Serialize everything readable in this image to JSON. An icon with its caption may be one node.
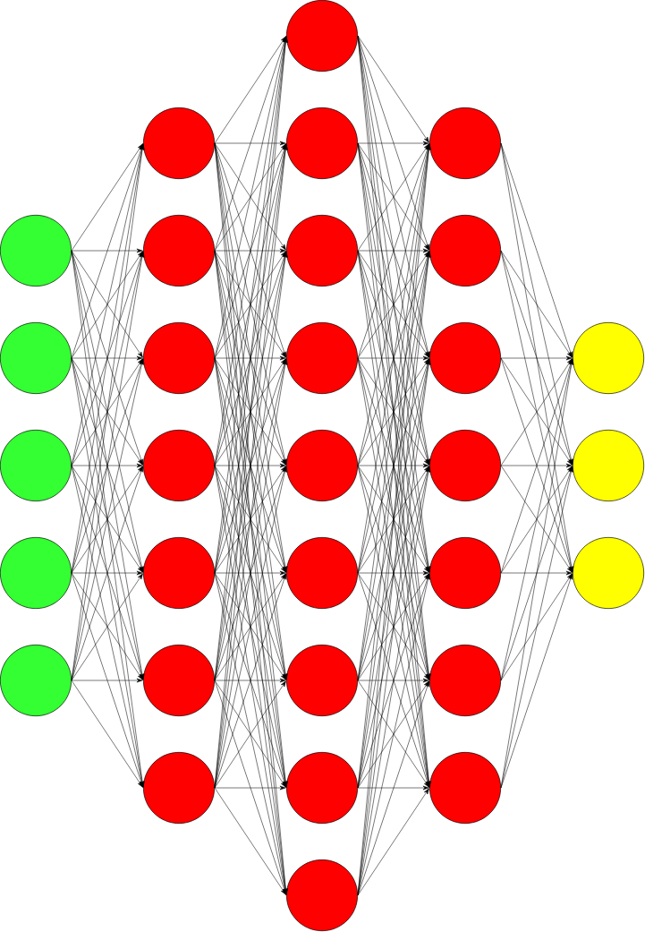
{
  "diagram": {
    "nodes": [
      {
        "text": [],
        "shape": "circle"
      },
      {
        "text": [],
        "shape": "circle"
      },
      {
        "text": [],
        "shape": "circle"
      },
      {
        "text": [],
        "shape": "circle"
      },
      {
        "text": [],
        "shape": "circle"
      },
      {
        "text": [],
        "shape": "circle"
      },
      {
        "text": [],
        "shape": "circle"
      },
      {
        "text": [],
        "shape": "circle"
      },
      {
        "text": [],
        "shape": "circle"
      },
      {
        "text": [],
        "shape": "circle"
      },
      {
        "text": [],
        "shape": "circle"
      },
      {
        "text": [],
        "shape": "circle"
      },
      {
        "text": [],
        "shape": "circle"
      },
      {
        "text": [],
        "shape": "circle"
      },
      {
        "text": [],
        "shape": "circle"
      },
      {
        "text": [],
        "shape": "circle"
      },
      {
        "text": [],
        "shape": "circle"
      },
      {
        "text": [],
        "shape": "circle"
      },
      {
        "text": [],
        "shape": "circle"
      },
      {
        "text": [],
        "shape": "circle"
      },
      {
        "text": [],
        "shape": "circle"
      },
      {
        "text": [],
        "shape": "circle"
      },
      {
        "text": [],
        "shape": "circle"
      },
      {
        "text": [],
        "shape": "circle"
      },
      {
        "text": [],
        "shape": "circle"
      },
      {
        "text": [],
        "shape": "circle"
      },
      {
        "text": [],
        "shape": "circle"
      },
      {
        "text": [],
        "shape": "circle"
      },
      {
        "text": [],
        "shape": "circle"
      },
      {
        "text": [],
        "shape": "circle"
      },
      {
        "text": [],
        "shape": "circle"
      }
    ],
    "edges": [
      {
        "from": 0,
        "to": 5,
        "arrow": "to"
      },
      {
        "from": 0,
        "to": 6,
        "arrow": "to"
      },
      {
        "from": 0,
        "to": 7,
        "arrow": "to"
      },
      {
        "from": 0,
        "to": 8,
        "arrow": "to"
      },
      {
        "from": 0,
        "to": 9,
        "arrow": "to"
      },
      {
        "from": 0,
        "to": 10,
        "arrow": "to"
      },
      {
        "from": 0,
        "to": 11,
        "arrow": "to"
      },
      {
        "from": 1,
        "to": 5,
        "arrow": "to"
      },
      {
        "from": 1,
        "to": 6,
        "arrow": "to"
      },
      {
        "from": 1,
        "to": 7,
        "arrow": "to"
      },
      {
        "from": 1,
        "to": 8,
        "arrow": "to"
      },
      {
        "from": 1,
        "to": 9,
        "arrow": "to"
      },
      {
        "from": 1,
        "to": 10,
        "arrow": "to"
      },
      {
        "from": 1,
        "to": 11,
        "arrow": "to"
      },
      {
        "from": 2,
        "to": 5,
        "arrow": "to"
      },
      {
        "from": 2,
        "to": 6,
        "arrow": "to"
      },
      {
        "from": 2,
        "to": 7,
        "arrow": "to"
      },
      {
        "from": 2,
        "to": 8,
        "arrow": "to"
      },
      {
        "from": 2,
        "to": 9,
        "arrow": "to"
      },
      {
        "from": 2,
        "to": 10,
        "arrow": "to"
      },
      {
        "from": 2,
        "to": 11,
        "arrow": "to"
      },
      {
        "from": 3,
        "to": 5,
        "arrow": "to"
      },
      {
        "from": 3,
        "to": 6,
        "arrow": "to"
      },
      {
        "from": 3,
        "to": 7,
        "arrow": "to"
      },
      {
        "from": 3,
        "to": 8,
        "arrow": "to"
      },
      {
        "from": 3,
        "to": 9,
        "arrow": "to"
      },
      {
        "from": 3,
        "to": 10,
        "arrow": "to"
      },
      {
        "from": 3,
        "to": 11,
        "arrow": "to"
      },
      {
        "from": 4,
        "to": 5,
        "arrow": "to"
      },
      {
        "from": 4,
        "to": 6,
        "arrow": "to"
      },
      {
        "from": 4,
        "to": 7,
        "arrow": "to"
      },
      {
        "from": 4,
        "to": 8,
        "arrow": "to"
      },
      {
        "from": 4,
        "to": 9,
        "arrow": "to"
      },
      {
        "from": 4,
        "to": 10,
        "arrow": "to"
      },
      {
        "from": 4,
        "to": 11,
        "arrow": "to"
      },
      {
        "from": 5,
        "to": 12,
        "arrow": "to"
      },
      {
        "from": 5,
        "to": 13,
        "arrow": "to"
      },
      {
        "from": 5,
        "to": 14,
        "arrow": "to"
      },
      {
        "from": 5,
        "to": 15,
        "arrow": "to"
      },
      {
        "from": 5,
        "to": 16,
        "arrow": "to"
      },
      {
        "from": 5,
        "to": 17,
        "arrow": "to"
      },
      {
        "from": 5,
        "to": 18,
        "arrow": "to"
      },
      {
        "from": 5,
        "to": 19,
        "arrow": "to"
      },
      {
        "from": 5,
        "to": 20,
        "arrow": "to"
      },
      {
        "from": 6,
        "to": 12,
        "arrow": "to"
      },
      {
        "from": 6,
        "to": 13,
        "arrow": "to"
      },
      {
        "from": 6,
        "to": 14,
        "arrow": "to"
      },
      {
        "from": 6,
        "to": 15,
        "arrow": "to"
      },
      {
        "from": 6,
        "to": 16,
        "arrow": "to"
      },
      {
        "from": 6,
        "to": 17,
        "arrow": "to"
      },
      {
        "from": 6,
        "to": 18,
        "arrow": "to"
      },
      {
        "from": 6,
        "to": 19,
        "arrow": "to"
      },
      {
        "from": 6,
        "to": 20,
        "arrow": "to"
      },
      {
        "from": 7,
        "to": 12,
        "arrow": "to"
      },
      {
        "from": 7,
        "to": 13,
        "arrow": "to"
      },
      {
        "from": 7,
        "to": 14,
        "arrow": "to"
      },
      {
        "from": 7,
        "to": 15,
        "arrow": "to"
      },
      {
        "from": 7,
        "to": 16,
        "arrow": "to"
      },
      {
        "from": 7,
        "to": 17,
        "arrow": "to"
      },
      {
        "from": 7,
        "to": 18,
        "arrow": "to"
      },
      {
        "from": 7,
        "to": 19,
        "arrow": "to"
      },
      {
        "from": 7,
        "to": 20,
        "arrow": "to"
      },
      {
        "from": 8,
        "to": 12,
        "arrow": "to"
      },
      {
        "from": 8,
        "to": 13,
        "arrow": "to"
      },
      {
        "from": 8,
        "to": 14,
        "arrow": "to"
      },
      {
        "from": 8,
        "to": 15,
        "arrow": "to"
      },
      {
        "from": 8,
        "to": 16,
        "arrow": "to"
      },
      {
        "from": 8,
        "to": 17,
        "arrow": "to"
      },
      {
        "from": 8,
        "to": 18,
        "arrow": "to"
      },
      {
        "from": 8,
        "to": 19,
        "arrow": "to"
      },
      {
        "from": 8,
        "to": 20,
        "arrow": "to"
      },
      {
        "from": 9,
        "to": 12,
        "arrow": "to"
      },
      {
        "from": 9,
        "to": 13,
        "arrow": "to"
      },
      {
        "from": 9,
        "to": 14,
        "arrow": "to"
      },
      {
        "from": 9,
        "to": 15,
        "arrow": "to"
      },
      {
        "from": 9,
        "to": 16,
        "arrow": "to"
      },
      {
        "from": 9,
        "to": 17,
        "arrow": "to"
      },
      {
        "from": 9,
        "to": 18,
        "arrow": "to"
      },
      {
        "from": 9,
        "to": 19,
        "arrow": "to"
      },
      {
        "from": 9,
        "to": 20,
        "arrow": "to"
      },
      {
        "from": 10,
        "to": 12,
        "arrow": "to"
      },
      {
        "from": 10,
        "to": 13,
        "arrow": "to"
      },
      {
        "from": 10,
        "to": 14,
        "arrow": "to"
      },
      {
        "from": 10,
        "to": 15,
        "arrow": "to"
      },
      {
        "from": 10,
        "to": 16,
        "arrow": "to"
      },
      {
        "from": 10,
        "to": 17,
        "arrow": "to"
      },
      {
        "from": 10,
        "to": 18,
        "arrow": "to"
      },
      {
        "from": 10,
        "to": 19,
        "arrow": "to"
      },
      {
        "from": 10,
        "to": 20,
        "arrow": "to"
      },
      {
        "from": 11,
        "to": 12,
        "arrow": "to"
      },
      {
        "from": 11,
        "to": 13,
        "arrow": "to"
      },
      {
        "from": 11,
        "to": 14,
        "arrow": "to"
      },
      {
        "from": 11,
        "to": 15,
        "arrow": "to"
      },
      {
        "from": 11,
        "to": 16,
        "arrow": "to"
      },
      {
        "from": 11,
        "to": 17,
        "arrow": "to"
      },
      {
        "from": 11,
        "to": 18,
        "arrow": "to"
      },
      {
        "from": 11,
        "to": 19,
        "arrow": "to"
      },
      {
        "from": 11,
        "to": 20,
        "arrow": "to"
      },
      {
        "from": 12,
        "to": 21,
        "arrow": "to"
      },
      {
        "from": 12,
        "to": 22,
        "arrow": "to"
      },
      {
        "from": 12,
        "to": 23,
        "arrow": "to"
      },
      {
        "from": 12,
        "to": 24,
        "arrow": "to"
      },
      {
        "from": 12,
        "to": 25,
        "arrow": "to"
      },
      {
        "from": 12,
        "to": 26,
        "arrow": "to"
      },
      {
        "from": 12,
        "to": 27,
        "arrow": "to"
      },
      {
        "from": 13,
        "to": 21,
        "arrow": "to"
      },
      {
        "from": 13,
        "to": 22,
        "arrow": "to"
      },
      {
        "from": 13,
        "to": 23,
        "arrow": "to"
      },
      {
        "from": 13,
        "to": 24,
        "arrow": "to"
      },
      {
        "from": 13,
        "to": 25,
        "arrow": "to"
      },
      {
        "from": 13,
        "to": 26,
        "arrow": "to"
      },
      {
        "from": 13,
        "to": 27,
        "arrow": "to"
      },
      {
        "from": 14,
        "to": 21,
        "arrow": "to"
      },
      {
        "from": 14,
        "to": 22,
        "arrow": "to"
      },
      {
        "from": 14,
        "to": 23,
        "arrow": "to"
      },
      {
        "from": 14,
        "to": 24,
        "arrow": "to"
      },
      {
        "from": 14,
        "to": 25,
        "arrow": "to"
      },
      {
        "from": 14,
        "to": 26,
        "arrow": "to"
      },
      {
        "from": 14,
        "to": 27,
        "arrow": "to"
      },
      {
        "from": 15,
        "to": 21,
        "arrow": "to"
      },
      {
        "from": 15,
        "to": 22,
        "arrow": "to"
      },
      {
        "from": 15,
        "to": 23,
        "arrow": "to"
      },
      {
        "from": 15,
        "to": 24,
        "arrow": "to"
      },
      {
        "from": 15,
        "to": 25,
        "arrow": "to"
      },
      {
        "from": 15,
        "to": 26,
        "arrow": "to"
      },
      {
        "from": 15,
        "to": 27,
        "arrow": "to"
      },
      {
        "from": 16,
        "to": 21,
        "arrow": "to"
      },
      {
        "from": 16,
        "to": 22,
        "arrow": "to"
      },
      {
        "from": 16,
        "to": 23,
        "arrow": "to"
      },
      {
        "from": 16,
        "to": 24,
        "arrow": "to"
      },
      {
        "from": 16,
        "to": 25,
        "arrow": "to"
      },
      {
        "from": 16,
        "to": 26,
        "arrow": "to"
      },
      {
        "from": 16,
        "to": 27,
        "arrow": "to"
      },
      {
        "from": 17,
        "to": 21,
        "arrow": "to"
      },
      {
        "from": 17,
        "to": 22,
        "arrow": "to"
      },
      {
        "from": 17,
        "to": 23,
        "arrow": "to"
      },
      {
        "from": 17,
        "to": 24,
        "arrow": "to"
      },
      {
        "from": 17,
        "to": 25,
        "arrow": "to"
      },
      {
        "from": 17,
        "to": 26,
        "arrow": "to"
      },
      {
        "from": 17,
        "to": 27,
        "arrow": "to"
      },
      {
        "from": 18,
        "to": 21,
        "arrow": "to"
      },
      {
        "from": 18,
        "to": 22,
        "arrow": "to"
      },
      {
        "from": 18,
        "to": 23,
        "arrow": "to"
      },
      {
        "from": 18,
        "to": 24,
        "arrow": "to"
      },
      {
        "from": 18,
        "to": 25,
        "arrow": "to"
      },
      {
        "from": 18,
        "to": 26,
        "arrow": "to"
      },
      {
        "from": 18,
        "to": 27,
        "arrow": "to"
      },
      {
        "from": 19,
        "to": 21,
        "arrow": "to"
      },
      {
        "from": 19,
        "to": 22,
        "arrow": "to"
      },
      {
        "from": 19,
        "to": 23,
        "arrow": "to"
      },
      {
        "from": 19,
        "to": 24,
        "arrow": "to"
      },
      {
        "from": 19,
        "to": 25,
        "arrow": "to"
      },
      {
        "from": 19,
        "to": 26,
        "arrow": "to"
      },
      {
        "from": 19,
        "to": 27,
        "arrow": "to"
      },
      {
        "from": 20,
        "to": 21,
        "arrow": "to"
      },
      {
        "from": 20,
        "to": 22,
        "arrow": "to"
      },
      {
        "from": 20,
        "to": 23,
        "arrow": "to"
      },
      {
        "from": 20,
        "to": 24,
        "arrow": "to"
      },
      {
        "from": 20,
        "to": 25,
        "arrow": "to"
      },
      {
        "from": 20,
        "to": 26,
        "arrow": "to"
      },
      {
        "from": 20,
        "to": 27,
        "arrow": "to"
      },
      {
        "from": 21,
        "to": 28,
        "arrow": "to"
      },
      {
        "from": 21,
        "to": 29,
        "arrow": "to"
      },
      {
        "from": 21,
        "to": 30,
        "arrow": "to"
      },
      {
        "from": 22,
        "to": 28,
        "arrow": "to"
      },
      {
        "from": 22,
        "to": 29,
        "arrow": "to"
      },
      {
        "from": 22,
        "to": 30,
        "arrow": "to"
      },
      {
        "from": 23,
        "to": 28,
        "arrow": "to"
      },
      {
        "from": 23,
        "to": 29,
        "arrow": "to"
      },
      {
        "from": 23,
        "to": 30,
        "arrow": "to"
      },
      {
        "from": 24,
        "to": 28,
        "arrow": "to"
      },
      {
        "from": 24,
        "to": 29,
        "arrow": "to"
      },
      {
        "from": 24,
        "to": 30,
        "arrow": "to"
      },
      {
        "from": 25,
        "to": 28,
        "arrow": "to"
      },
      {
        "from": 25,
        "to": 29,
        "arrow": "to"
      },
      {
        "from": 25,
        "to": 30,
        "arrow": "to"
      },
      {
        "from": 26,
        "to": 28,
        "arrow": "to"
      },
      {
        "from": 26,
        "to": 29,
        "arrow": "to"
      },
      {
        "from": 26,
        "to": 30,
        "arrow": "to"
      },
      {
        "from": 27,
        "to": 28,
        "arrow": "to"
      },
      {
        "from": 27,
        "to": 29,
        "arrow": "to"
      },
      {
        "from": 27,
        "to": 30,
        "arrow": "to"
      }
    ]
  }
}
